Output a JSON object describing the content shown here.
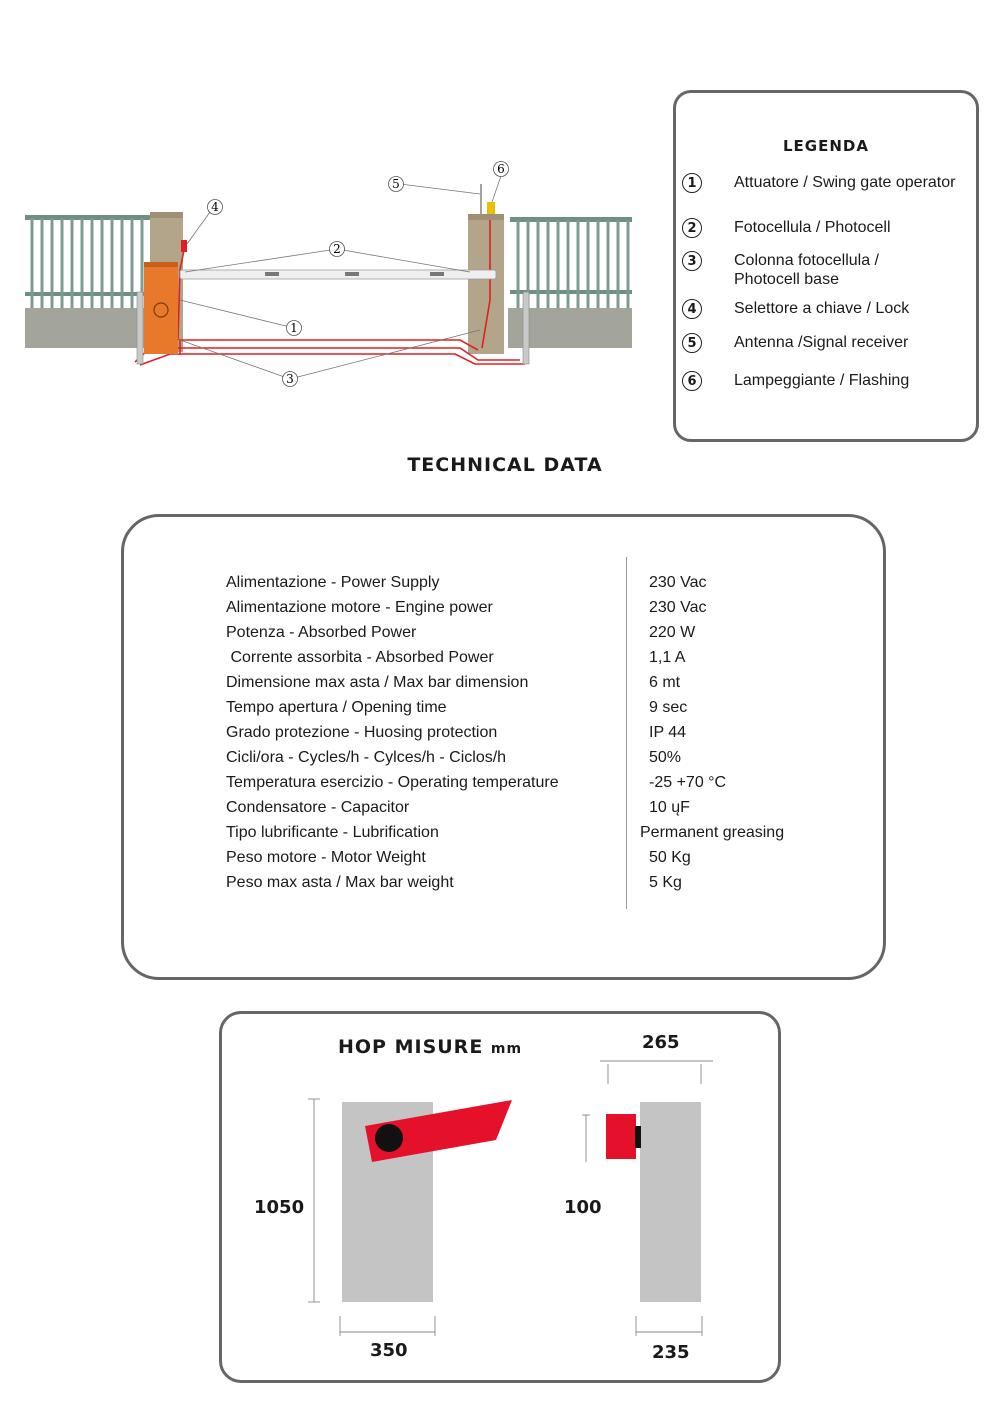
{
  "diagram": {
    "callouts": [
      "1",
      "2",
      "3",
      "4",
      "5",
      "6"
    ]
  },
  "legend": {
    "title": "LEGENDA",
    "items": [
      {
        "num": "1",
        "text": "Attuatore / Swing gate operator"
      },
      {
        "num": "2",
        "text": "Fotocellula / Photocell"
      },
      {
        "num": "3",
        "text": "Colonna fotocellula / Photocell base"
      },
      {
        "num": "4",
        "text": "Selettore a chiave / Lock"
      },
      {
        "num": "5",
        "text": "Antenna /Signal receiver"
      },
      {
        "num": "6",
        "text": "Lampeggiante / Flashing"
      }
    ]
  },
  "technical": {
    "title": "TECHNICAL DATA",
    "rows": [
      {
        "label": "Alimentazione - Power Supply",
        "value": "230 Vac"
      },
      {
        "label": "Alimentazione motore - Engine power",
        "value": "230 Vac"
      },
      {
        "label": "Potenza - Absorbed Power",
        "value": "220 W"
      },
      {
        "label": " Corrente assorbita - Absorbed Power",
        "value": "1,1 A"
      },
      {
        "label": "Dimensione max asta / Max bar dimension",
        "value": "6 mt"
      },
      {
        "label": "Tempo apertura / Opening time",
        "value": "9 sec"
      },
      {
        "label": "Grado protezione - Huosing protection",
        "value": "IP 44"
      },
      {
        "label": "Cicli/ora - Cycles/h - Cylces/h - Ciclos/h",
        "value": "50%"
      },
      {
        "label": "Temperatura esercizio - Operating temperature",
        "value": "-25 +70 °C"
      },
      {
        "label": "Condensatore - Capacitor",
        "value": "10 ųF"
      },
      {
        "label": "Tipo lubrificante - Lubrification",
        "value": "Permanent greasing"
      },
      {
        "label": "Peso motore - Motor Weight",
        "value": "50 Kg"
      },
      {
        "label": "Peso max asta / Max bar weight",
        "value": "5 Kg"
      }
    ]
  },
  "dimensions": {
    "title": "HOP MISURE",
    "unit": "mm",
    "height": "1050",
    "front_width": "350",
    "side_top": "265",
    "side_bottom": "235",
    "side_mid": "100"
  },
  "colors": {
    "operator_orange": "#e8782a",
    "wiring_red": "#e02020",
    "pillar_tan": "#b3a58a",
    "wall_gray": "#a3a59b",
    "fence_green": "#6e8f84",
    "cabinet_gray": "#c4c4c4",
    "bar_red": "#e5102a",
    "border_gray": "#666666"
  }
}
